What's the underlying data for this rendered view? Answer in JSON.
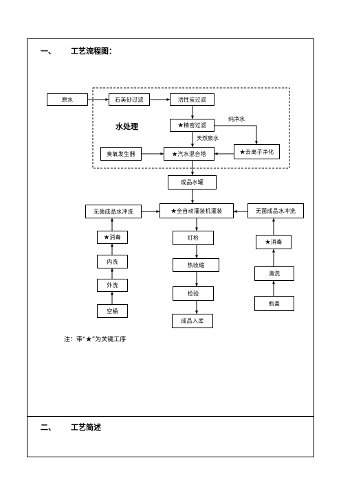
{
  "section1": {
    "number": "一、",
    "title": "工艺流程图："
  },
  "section2": {
    "number": "二、",
    "title": "工艺简述"
  },
  "flow": {
    "raw_water": "原水",
    "quartz_filter": "石英砂过滤",
    "carbon_filter": "活性炭过滤",
    "fine_filter": "★精密过滤",
    "ozone_generator": "臭氧发生器",
    "mixing_tower": "★汽水混合塔",
    "deionization": "★去离子净化",
    "product_tank": "成品水罐",
    "filling_machine": "★全自动灌装机灌装",
    "left_rinse": "无菌成品水冲洗",
    "right_rinse": "无菌成品水冲洗",
    "left_disinfect": "★消毒",
    "inner_wash": "内洗",
    "outer_wash": "外洗",
    "empty_bucket": "空桶",
    "light_inspection": "灯检",
    "heat_shrink": "热收缩",
    "inspection": "检验",
    "warehouse": "成品入库",
    "right_disinfect": "★消毒",
    "cleaning": "清洗",
    "bottle_cap": "瓶盖"
  },
  "labels": {
    "water_treatment": "水处理",
    "pure_water": "纯净水",
    "natural_spring": "天然泉水"
  },
  "note": "注：带“★”为关键工序"
}
